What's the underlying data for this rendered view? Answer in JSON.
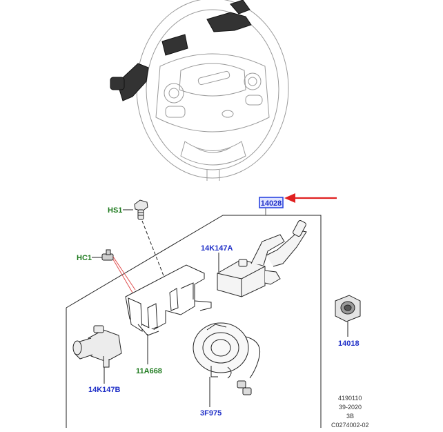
{
  "callouts": {
    "main_assembly": "14028",
    "bolt": "HS1",
    "clip": "HC1",
    "switch_right": "14K147A",
    "switch_left": "14K147B",
    "bracket": "11A668",
    "clockspring": "3F975",
    "side_switch": "14018"
  },
  "reference": {
    "line1": "4190110",
    "line2": "39-2020",
    "line3": "3B",
    "line4": "C0274002-02"
  },
  "colors": {
    "highlight_box": "#2b44e0",
    "arrow": "#e02020",
    "label_blue": "#1f2fc7",
    "label_green": "#1d7a1d",
    "leader_red": "#e05050"
  },
  "icons": {
    "arrow": "red-arrow-icon"
  }
}
